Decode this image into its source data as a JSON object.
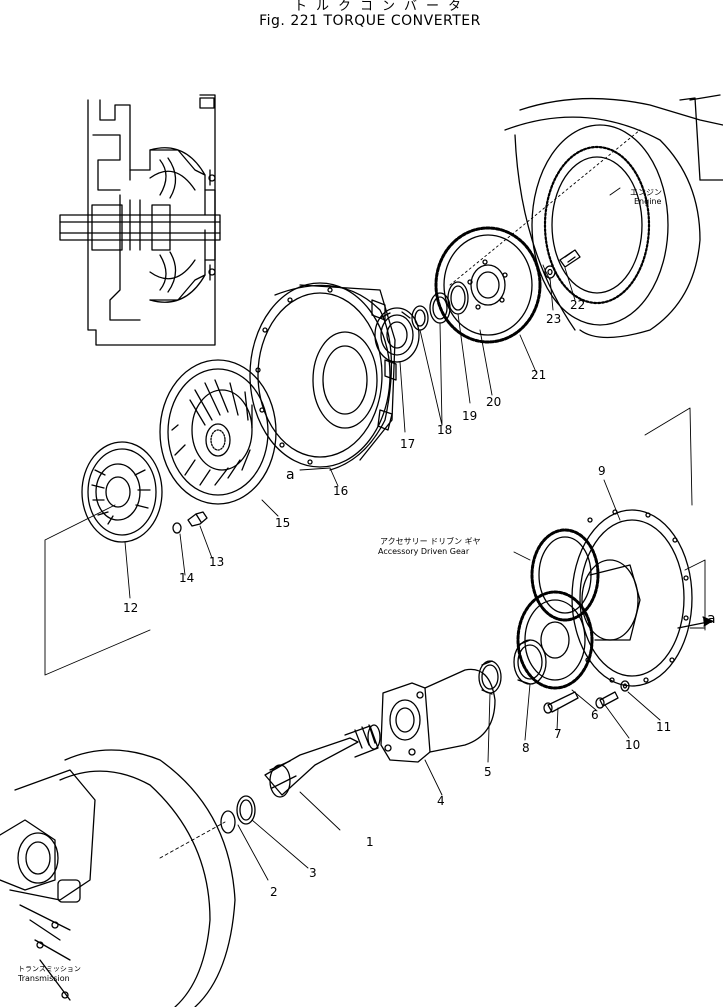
{
  "title_jp": "トルクコンバータ",
  "title_en": "Fig. 221  TORQUE  CONVERTER",
  "callouts": {
    "engine_jp": "エンジン",
    "engine_en": "Engine",
    "accessory_jp": "アクセサリー ドリブン ギヤ",
    "accessory_en": "Accessory Driven Gear",
    "transmission_jp": "トランスミッション",
    "transmission_en": "Transmission",
    "ref_a_left": "a",
    "ref_a_right": "a"
  },
  "part_numbers": [
    "1",
    "2",
    "3",
    "4",
    "5",
    "6",
    "7",
    "8",
    "9",
    "10",
    "11",
    "12",
    "13",
    "14",
    "15",
    "16",
    "17",
    "18",
    "19",
    "20",
    "21",
    "22",
    "23"
  ]
}
